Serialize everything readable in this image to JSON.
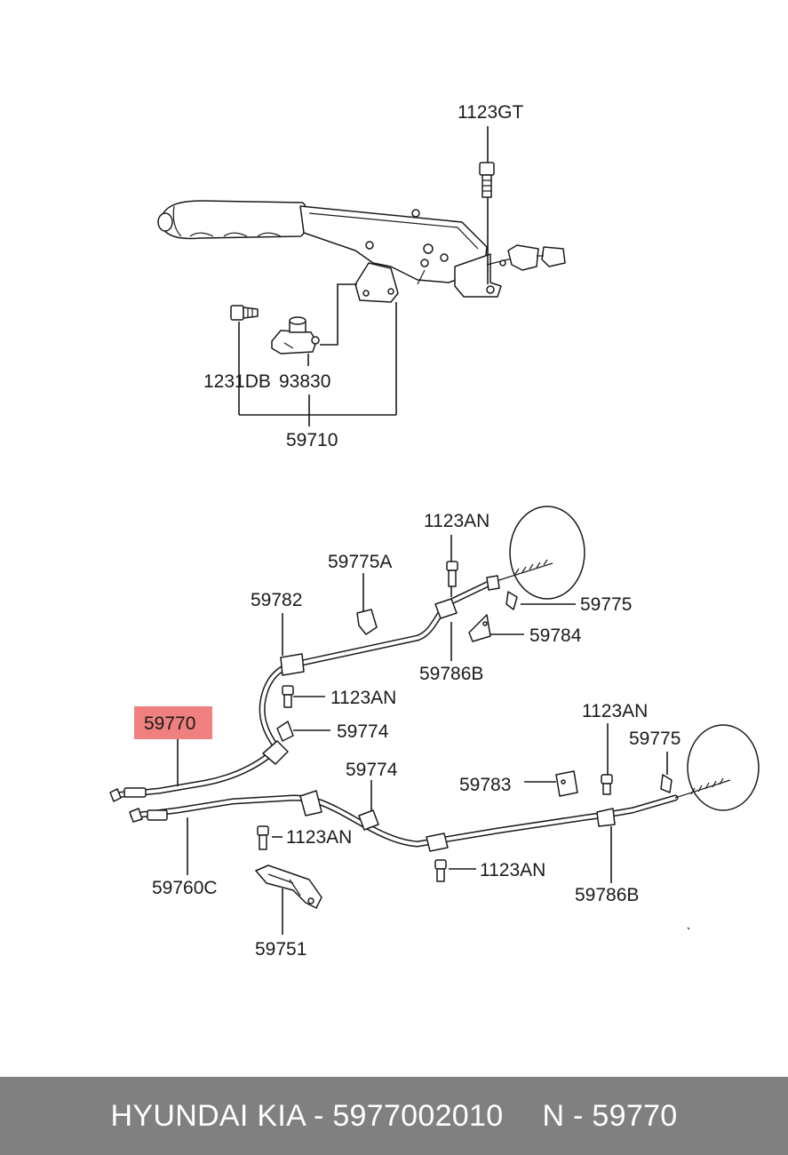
{
  "labels": {
    "l_1123GT": "1123GT",
    "l_1231DB": "1231DB",
    "l_93830": "93830",
    "l_59710": "59710",
    "l_1123AN_top": "1123AN",
    "l_59775A": "59775A",
    "l_59775_top": "59775",
    "l_59782": "59782",
    "l_59784": "59784",
    "l_59786B_top": "59786B",
    "l_1123AN_mid": "1123AN",
    "l_59770": "59770",
    "l_59774_a": "59774",
    "l_1123AN_right": "1123AN",
    "l_59775_right": "59775",
    "l_59774_b": "59774",
    "l_59783": "59783",
    "l_1123AN_bl": "1123AN",
    "l_1123AN_bc": "1123AN",
    "l_59760C": "59760C",
    "l_59786B_bottom": "59786B",
    "l_59751": "59751"
  },
  "highlight": {
    "part": "59770",
    "color": "#f08080"
  },
  "footer": {
    "brand_part": "HYUNDAI KIA - 5977002010",
    "ref": "N - 59770",
    "background": "#808080"
  }
}
